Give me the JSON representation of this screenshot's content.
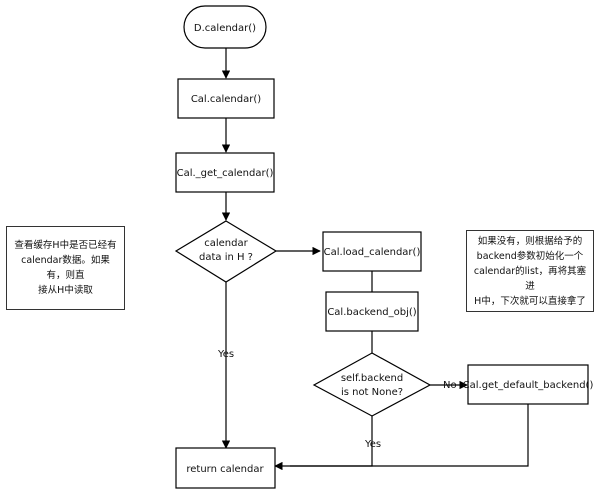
{
  "nodes": {
    "start": "D.calendar()",
    "cal_calendar": "Cal.calendar()",
    "get_calendar": "Cal._get_calendar()",
    "decision_in_h": [
      "calendar",
      "data in H ?"
    ],
    "load_calendar": "Cal.load_calendar()",
    "backend_obj": "Cal.backend_obj()",
    "decision_backend": [
      "self.backend",
      "is not None?"
    ],
    "get_default_backend": "Cal.get_default_backend()",
    "return_calendar": "return calendar"
  },
  "edge_labels": {
    "in_h_yes": "Yes",
    "backend_yes": "Yes",
    "backend_no": "No"
  },
  "notes": {
    "left": [
      "查看缓存H中是否已经有",
      "calendar数据。如果有，则直",
      "接从H中读取"
    ],
    "right": [
      "如果没有，则根据给予的",
      "backend参数初始化一个",
      "calendar的list，再将其塞进",
      "H中，下次就可以直接拿了"
    ]
  },
  "colors": {
    "stroke": "#000000",
    "fill": "#ffffff",
    "text": "#111111"
  }
}
